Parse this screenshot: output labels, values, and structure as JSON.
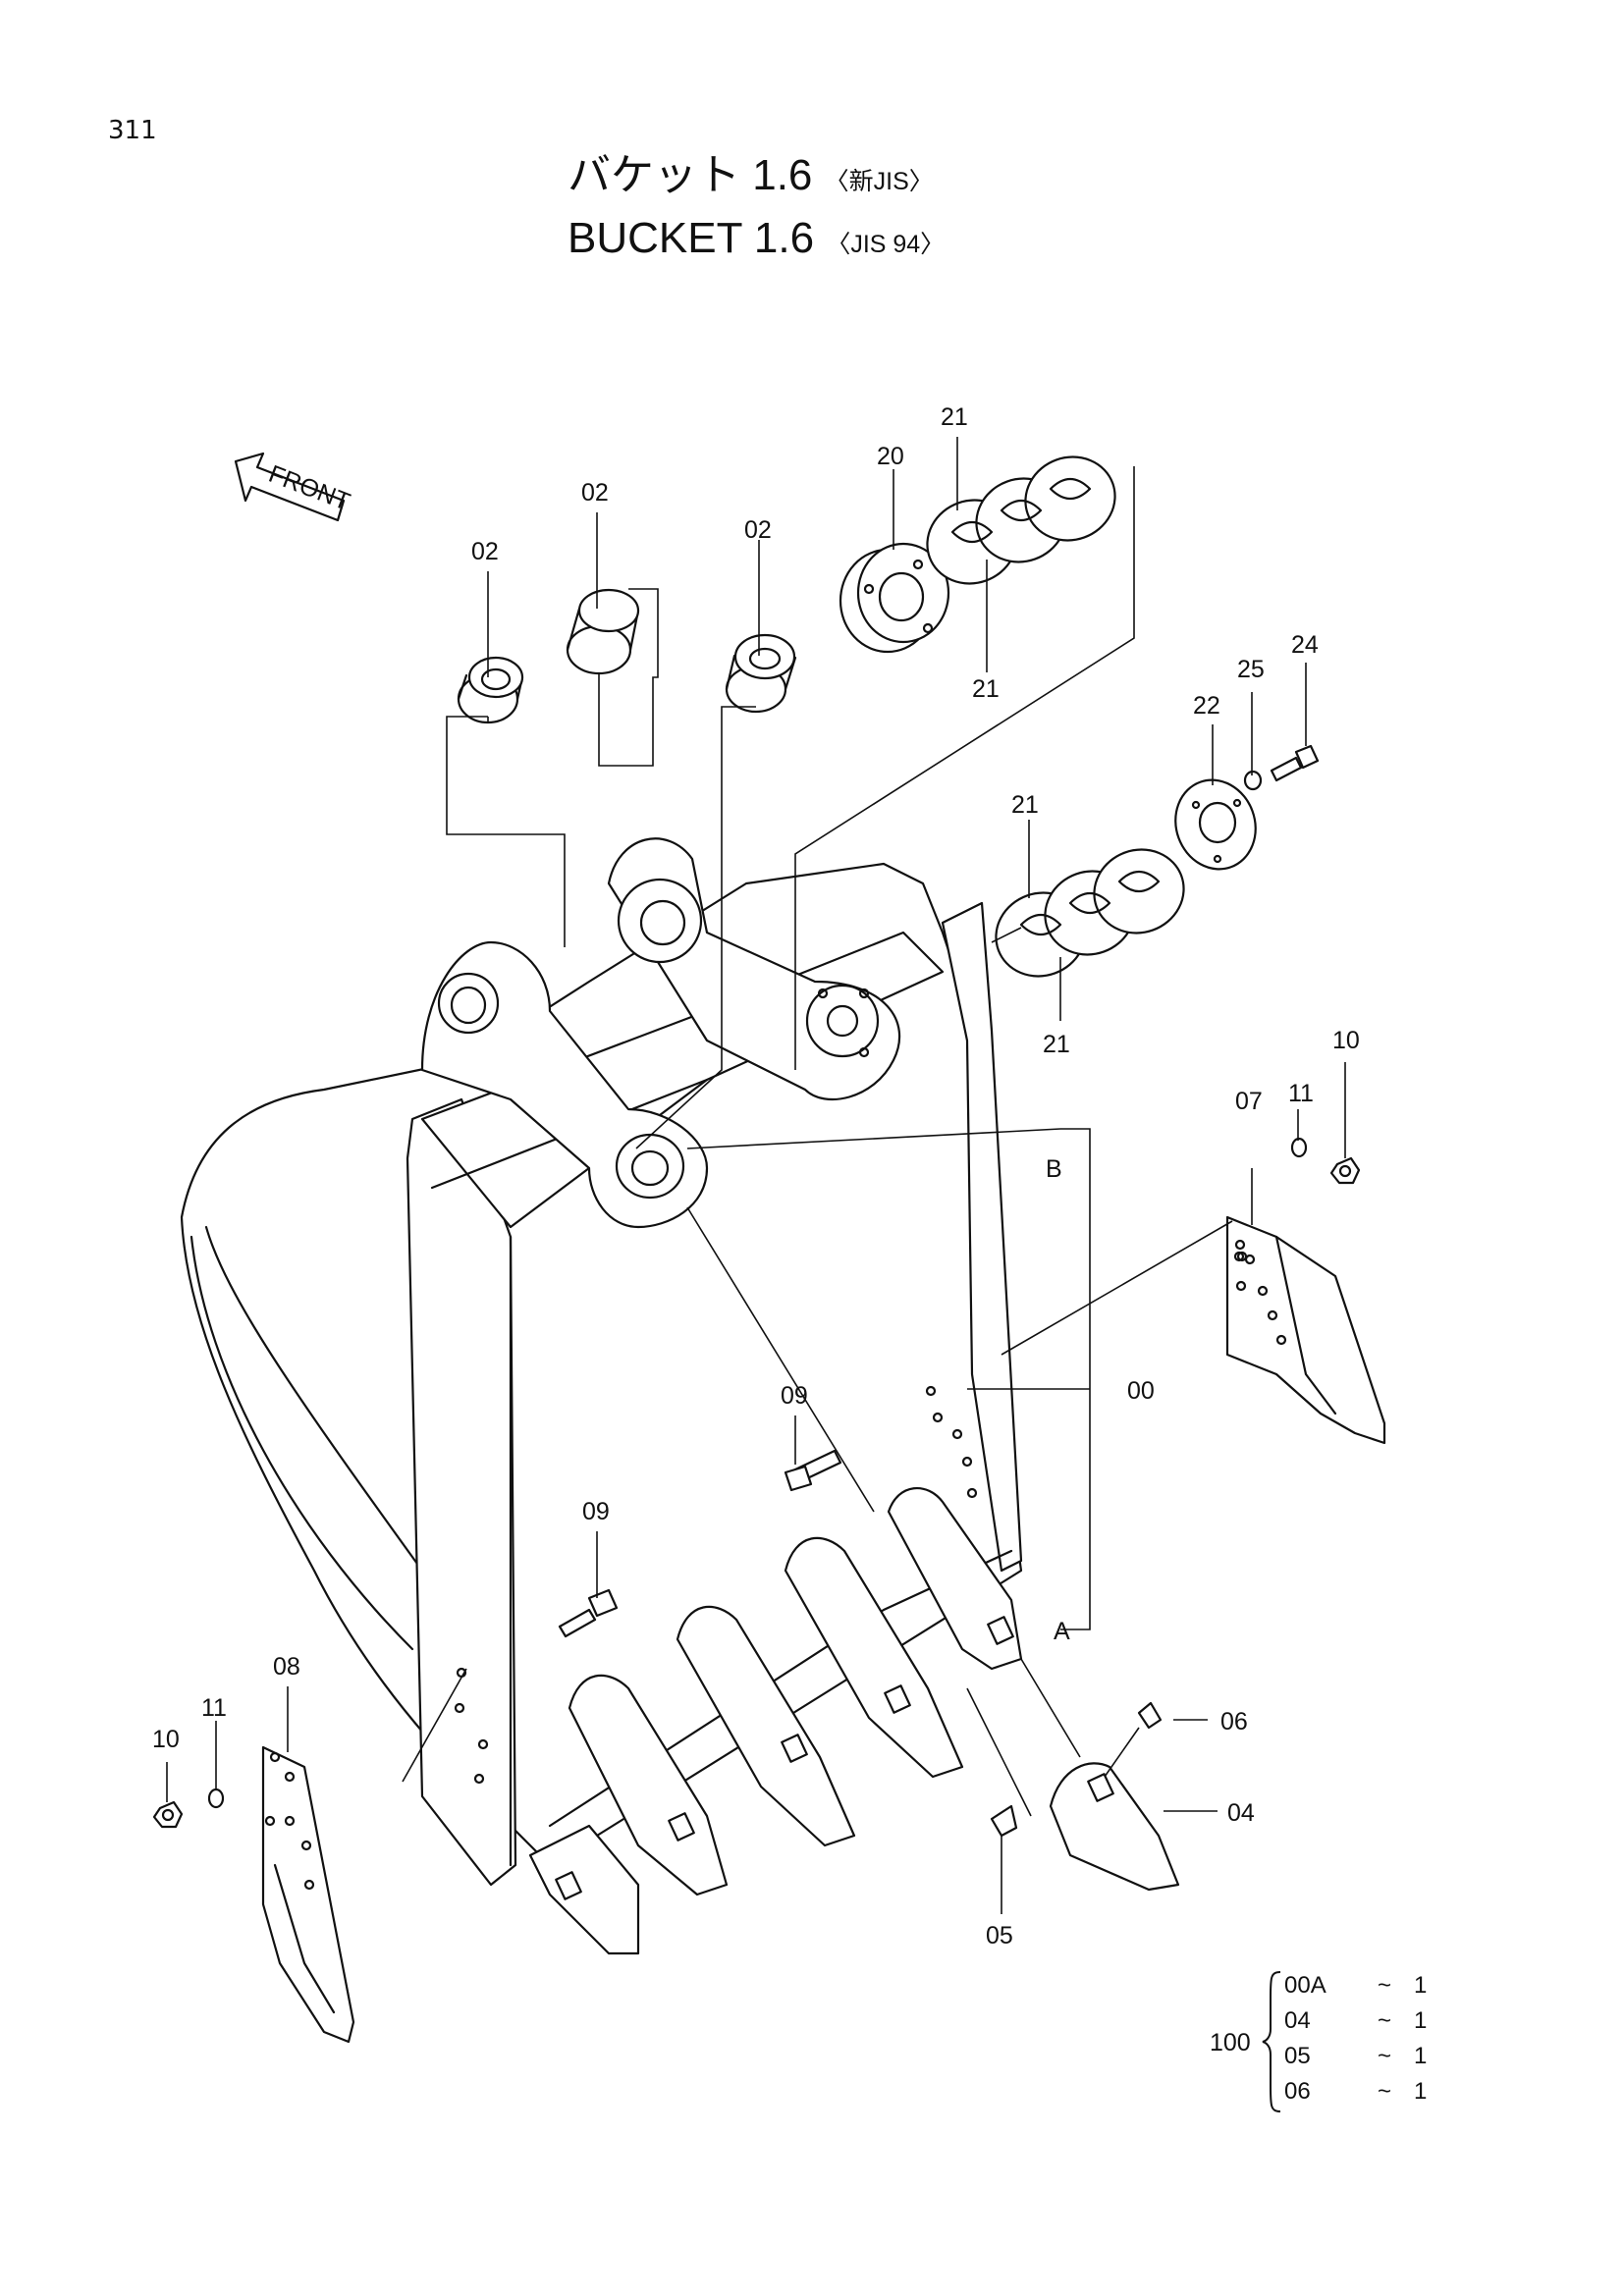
{
  "page_number": "311",
  "title": {
    "jp": "バケット 1.6",
    "jp_sub": "〈新JIS〉",
    "en": "BUCKET  1.6",
    "en_sub": "〈JIS 94〉"
  },
  "front_arrow": "FRONT",
  "callouts": {
    "c02a": "02",
    "c02b": "02",
    "c02c": "02",
    "c20": "20",
    "c21a": "21",
    "c21b": "21",
    "c21c": "21",
    "c21d": "21",
    "c22": "22",
    "c24": "24",
    "c25": "25",
    "c10a": "10",
    "c11a": "11",
    "c07": "07",
    "cB": "B",
    "c00": "00",
    "cA": "A",
    "c09a": "09",
    "c09b": "09",
    "c08": "08",
    "c10b": "10",
    "c11b": "11",
    "c06": "06",
    "c04": "04",
    "c05": "05"
  },
  "kit": {
    "label": "100",
    "rows": [
      {
        "code": "00A",
        "sep": "~",
        "qty": "1"
      },
      {
        "code": "04",
        "sep": "~",
        "qty": "1"
      },
      {
        "code": "05",
        "sep": "~",
        "qty": "1"
      },
      {
        "code": "06",
        "sep": "~",
        "qty": "1"
      }
    ]
  }
}
